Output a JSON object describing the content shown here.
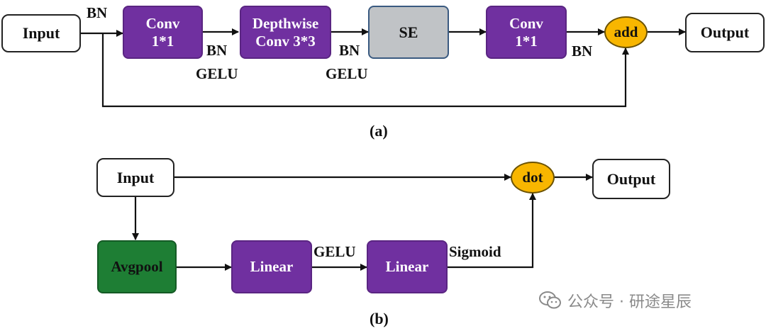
{
  "diagram_a": {
    "caption": "(a)",
    "nodes": {
      "input": "Input",
      "conv1": "Conv\n1*1",
      "depthwise": "Depthwise\nConv 3*3",
      "se": "SE",
      "conv2": "Conv\n1*1",
      "add": "add",
      "output": "Output"
    },
    "labels": {
      "bn_input": "BN",
      "bn_1": "BN",
      "gelu_1": "GELU",
      "bn_2": "BN",
      "gelu_2": "GELU",
      "bn_3": "BN"
    }
  },
  "diagram_b": {
    "caption": "(b)",
    "nodes": {
      "input": "Input",
      "avgpool": "Avgpool",
      "linear1": "Linear",
      "linear2": "Linear",
      "dot": "dot",
      "output": "Output"
    },
    "labels": {
      "gelu": "GELU",
      "sigmoid": "Sigmoid"
    }
  },
  "watermark": {
    "icon": "wechat-icon",
    "text": "公众号 · 研途星辰"
  },
  "colors": {
    "purple": "#7030a0",
    "gray": "#c0c3c6",
    "green": "#1e7e34",
    "orange": "#f8b600"
  }
}
